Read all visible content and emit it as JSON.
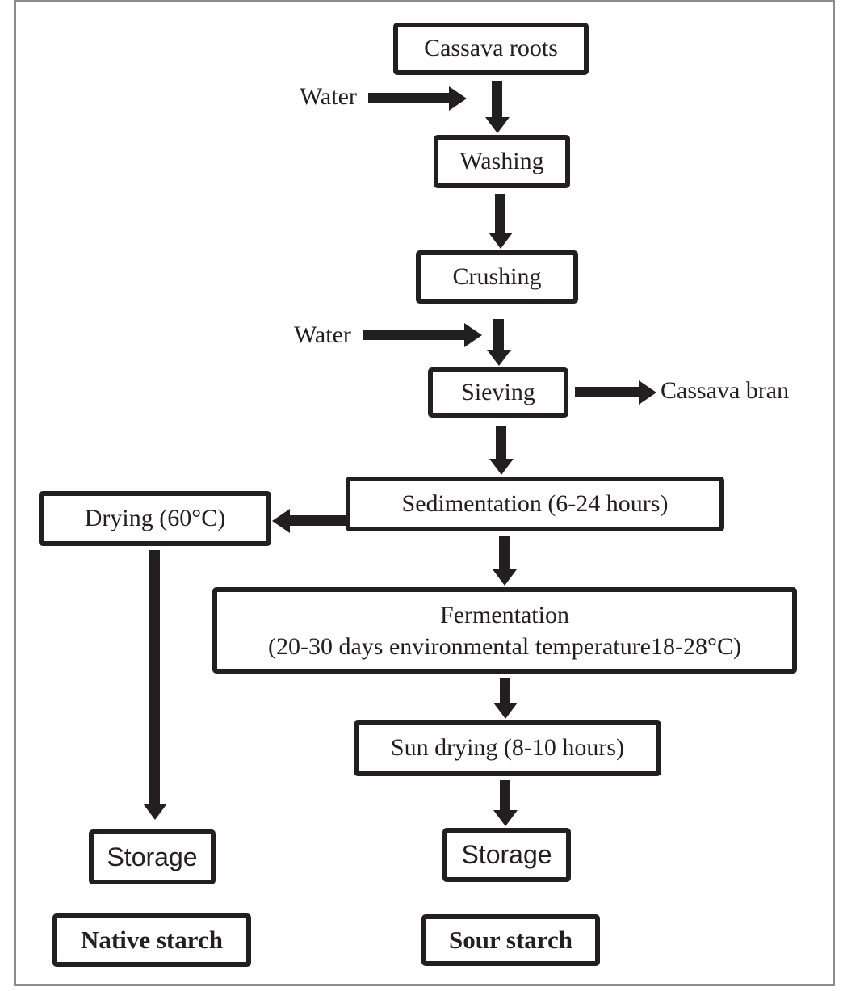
{
  "nodes": {
    "cassava_roots": {
      "label": "Cassava roots"
    },
    "washing": {
      "label": "Washing"
    },
    "crushing": {
      "label": "Crushing"
    },
    "sieving": {
      "label": "Sieving"
    },
    "sedimentation": {
      "label": "Sedimentation (6-24 hours)"
    },
    "drying": {
      "label": "Drying (60°C)"
    },
    "fermentation": {
      "line1": "Fermentation",
      "line2": "(20-30 days environmental temperature18-28°C)"
    },
    "sun_drying": {
      "label": "Sun drying (8-10 hours)"
    },
    "storage_left": {
      "label": "Storage"
    },
    "storage_right": {
      "label": "Storage"
    },
    "native_starch": {
      "label": "Native starch"
    },
    "sour_starch": {
      "label": "Sour starch"
    }
  },
  "labels": {
    "water_top": "Water",
    "water_mid": "Water",
    "cassava_bran": "Cassava bran"
  },
  "colors": {
    "ink": "#231f20",
    "frame_border": "#8c8c8c",
    "background": "#ffffff"
  }
}
